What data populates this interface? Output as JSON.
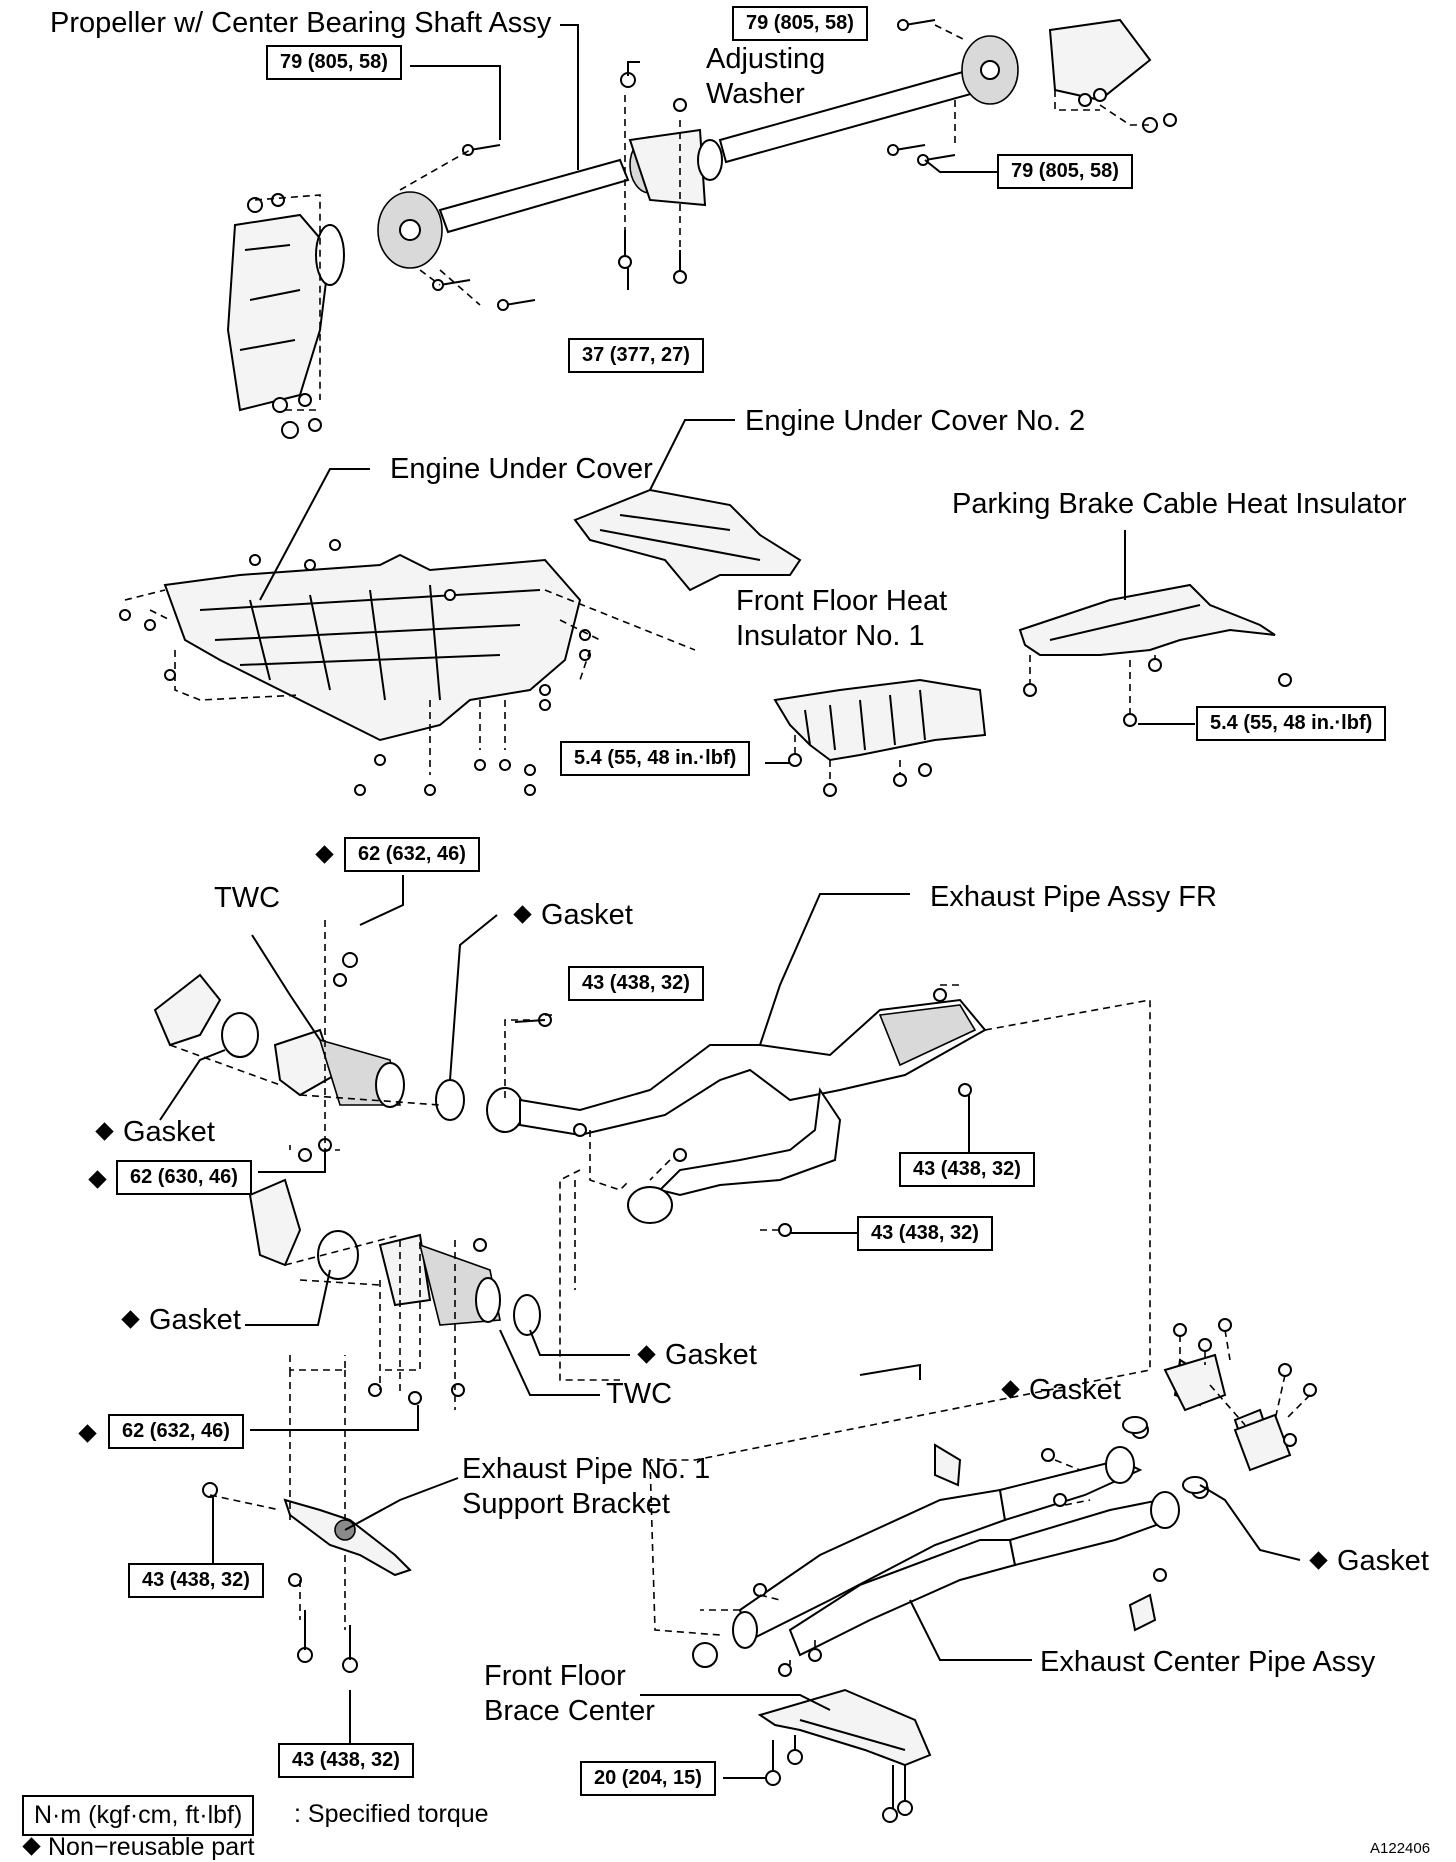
{
  "labels": {
    "propeller": "Propeller w/ Center Bearing Shaft Assy",
    "adjusting_washer": "Adjusting\nWasher",
    "engine_under_cover_2": "Engine Under Cover No. 2",
    "engine_under_cover": "Engine Under Cover",
    "parking_brake_insulator": "Parking Brake Cable Heat Insulator",
    "front_floor_insulator": "Front Floor Heat\nInsulator No. 1",
    "twc_upper": "TWC",
    "gasket_center": "Gasket",
    "exhaust_pipe_fr": "Exhaust Pipe Assy FR",
    "gasket_left_upper": "Gasket",
    "gasket_left_lower": "Gasket",
    "gasket_right_lower": "Gasket",
    "twc_lower": "TWC",
    "gasket_rear_upper": "Gasket",
    "gasket_rear_right": "Gasket",
    "support_bracket": "Exhaust Pipe No. 1\nSupport Bracket",
    "exhaust_center_pipe": "Exhaust Center Pipe Assy",
    "front_floor_brace": "Front Floor\nBrace Center"
  },
  "torques": {
    "t1": "79 (805, 58)",
    "t2": "79 (805, 58)",
    "t3": "79 (805, 58)",
    "t4": "37 (377, 27)",
    "t5": "5.4 (55, 48 in.·lbf)",
    "t6": "5.4 (55, 48 in.·lbf)",
    "t7": "62 (632, 46)",
    "t8": "43 (438, 32)",
    "t9": "62 (630, 46)",
    "t10": "43 (438, 32)",
    "t11": "43 (438, 32)",
    "t12": "62 (632, 46)",
    "t13": "43 (438, 32)",
    "t14": "43 (438, 32)",
    "t15": "20 (204, 15)"
  },
  "legend": {
    "unit": "N·m (kgf·cm, ft·lbf)",
    "specified": ": Specified torque",
    "non_reusable": "Non−reusable part"
  },
  "figure_code": "A122406"
}
